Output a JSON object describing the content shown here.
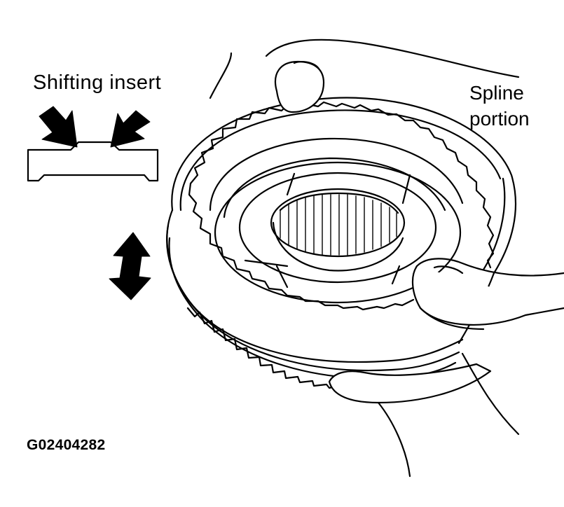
{
  "labels": {
    "shifting_insert": "Shifting insert",
    "spline_line1": "Spline",
    "spline_line2": "portion",
    "figure_code": "G02404282"
  },
  "colors": {
    "ink": "#000000",
    "paper": "#ffffff"
  }
}
